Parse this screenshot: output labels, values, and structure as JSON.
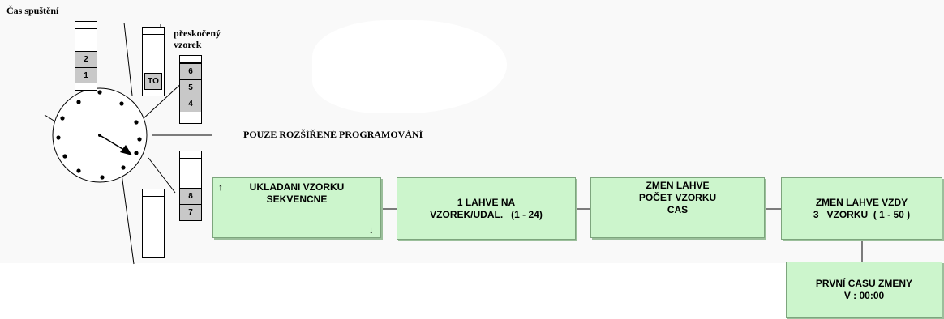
{
  "labels": {
    "start_time": "Čas spuštění",
    "skipped_sample": "přeskočený vzorek",
    "extended_only": "POUZE ROZŠÍŘENÉ PROGRAMOVÁNÍ"
  },
  "bottles": {
    "b_top_left": [
      "2",
      "1"
    ],
    "b_to": [
      "TO"
    ],
    "b_stack_456": [
      "6",
      "5",
      "4"
    ],
    "b_stack_78": [
      "8",
      "7"
    ]
  },
  "boxes": {
    "sequential": {
      "line1": "UKLADANI VZORKU",
      "line2": "SEKVENCNE",
      "up_arrow": "↑",
      "down_arrow": "↓"
    },
    "bottles_per_sample": {
      "line1": "1 LAHVE NA",
      "line2": "VZOREK/UDAL.   (1 - 24)"
    },
    "change_bottle": {
      "line1": "ZMEN LAHVE",
      "line2": "POČET VZORKU",
      "line3": "CAS"
    },
    "change_every": {
      "line1": "ZMEN LAHVE VZDY",
      "line2": "3   VZORKU  ( 1 - 50 )"
    },
    "first_change_time": {
      "line1": "PRVNÍ CASU ZMENY",
      "line2": "V : 00:00"
    }
  },
  "colors": {
    "box_fill": "#ccf5cc",
    "bottle_cell": "#c8c8c8"
  }
}
